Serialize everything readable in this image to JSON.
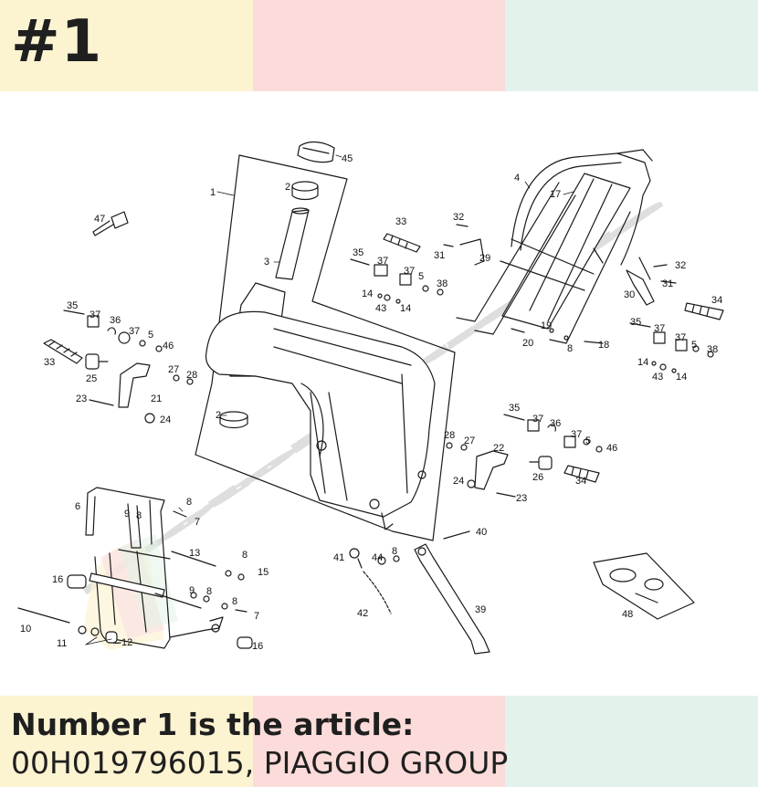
{
  "header": {
    "badge": "#1",
    "colors": [
      "#fcf3d0",
      "#fcdcda",
      "#e3f3ec"
    ]
  },
  "diagram": {
    "watermark": "motoindustria",
    "part_numbers": [
      {
        "label": "45"
      },
      {
        "label": "1"
      },
      {
        "label": "2"
      },
      {
        "label": "3"
      },
      {
        "label": "47"
      },
      {
        "label": "35"
      },
      {
        "label": "37"
      },
      {
        "label": "36"
      },
      {
        "label": "37"
      },
      {
        "label": "5"
      },
      {
        "label": "46"
      },
      {
        "label": "33"
      },
      {
        "label": "25"
      },
      {
        "label": "27"
      },
      {
        "label": "28"
      },
      {
        "label": "23"
      },
      {
        "label": "21"
      },
      {
        "label": "24"
      },
      {
        "label": "2"
      },
      {
        "label": "33"
      },
      {
        "label": "32"
      },
      {
        "label": "31"
      },
      {
        "label": "29"
      },
      {
        "label": "35"
      },
      {
        "label": "37"
      },
      {
        "label": "37"
      },
      {
        "label": "5"
      },
      {
        "label": "38"
      },
      {
        "label": "14"
      },
      {
        "label": "43"
      },
      {
        "label": "14"
      },
      {
        "label": "4"
      },
      {
        "label": "17"
      },
      {
        "label": "32"
      },
      {
        "label": "31"
      },
      {
        "label": "30"
      },
      {
        "label": "34"
      },
      {
        "label": "35"
      },
      {
        "label": "37"
      },
      {
        "label": "37"
      },
      {
        "label": "5"
      },
      {
        "label": "38"
      },
      {
        "label": "19"
      },
      {
        "label": "20"
      },
      {
        "label": "8"
      },
      {
        "label": "18"
      },
      {
        "label": "14"
      },
      {
        "label": "43"
      },
      {
        "label": "14"
      },
      {
        "label": "35"
      },
      {
        "label": "37"
      },
      {
        "label": "36"
      },
      {
        "label": "37"
      },
      {
        "label": "5"
      },
      {
        "label": "46"
      },
      {
        "label": "28"
      },
      {
        "label": "27"
      },
      {
        "label": "22"
      },
      {
        "label": "26"
      },
      {
        "label": "34"
      },
      {
        "label": "24"
      },
      {
        "label": "23"
      },
      {
        "label": "6"
      },
      {
        "label": "9"
      },
      {
        "label": "8"
      },
      {
        "label": "8"
      },
      {
        "label": "7"
      },
      {
        "label": "13"
      },
      {
        "label": "8"
      },
      {
        "label": "16"
      },
      {
        "label": "15"
      },
      {
        "label": "9"
      },
      {
        "label": "8"
      },
      {
        "label": "8"
      },
      {
        "label": "7"
      },
      {
        "label": "10"
      },
      {
        "label": "11"
      },
      {
        "label": "12"
      },
      {
        "label": "16"
      },
      {
        "label": "40"
      },
      {
        "label": "41"
      },
      {
        "label": "44"
      },
      {
        "label": "8"
      },
      {
        "label": "42"
      },
      {
        "label": "39"
      },
      {
        "label": "48"
      }
    ]
  },
  "caption": {
    "line1": "Number 1 is the article:",
    "line2": "00H019796015, PIAGGIO GROUP"
  }
}
